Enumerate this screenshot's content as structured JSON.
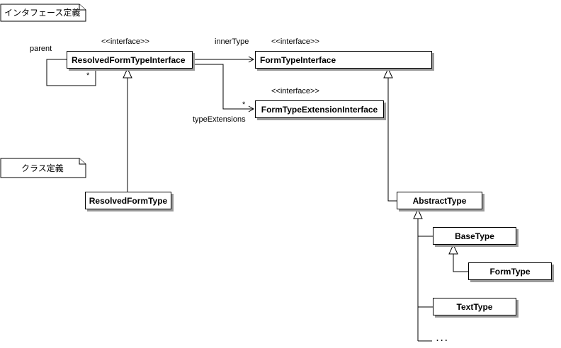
{
  "notes": {
    "interface_defs": "インタフェース定義",
    "class_defs": "クラス定義"
  },
  "stereotype": "<<interface>>",
  "classes": {
    "resolved_form_type_interface": "ResolvedFormTypeInterface",
    "form_type_interface": "FormTypeInterface",
    "form_type_extension_interface": "FormTypeExtensionInterface",
    "resolved_form_type": "ResolvedFormType",
    "abstract_type": "AbstractType",
    "base_type": "BaseType",
    "form_type": "FormType",
    "text_type": "TextType"
  },
  "relations": {
    "parent": "parent",
    "parent_mult": "*",
    "inner_type": "innerType",
    "type_extensions": "typeExtensions",
    "type_extensions_mult": "*"
  },
  "ellipsis": ". . ."
}
